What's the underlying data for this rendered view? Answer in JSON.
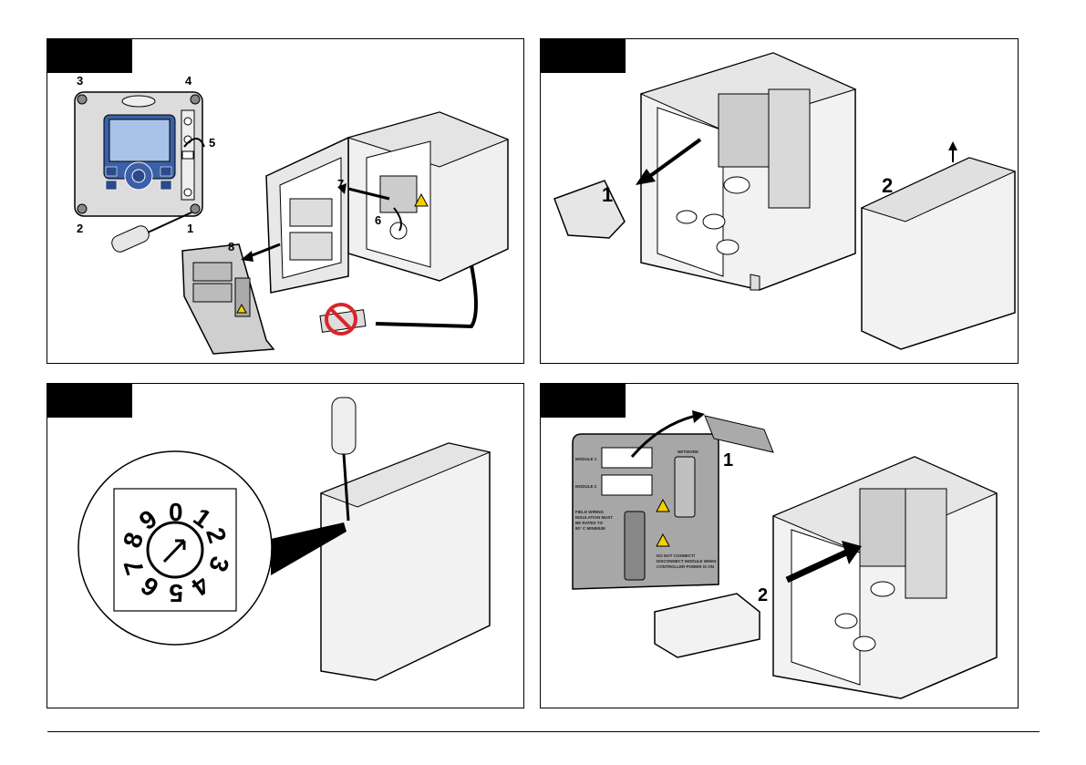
{
  "steps": {
    "panel1": [
      "1",
      "2",
      "3",
      "4",
      "5",
      "6",
      "7",
      "8"
    ],
    "panel2": [
      "1",
      "2"
    ],
    "panel4": [
      "1",
      "2"
    ]
  },
  "dial_digits": [
    "0",
    "1",
    "2",
    "3",
    "4",
    "5",
    "6",
    "7",
    "8",
    "9"
  ],
  "module_label": {
    "module1": "MODULE 1",
    "module2": "MODULE 2",
    "network": "NETWORK",
    "field_wiring": [
      "FIELD WIRING",
      "INSULATION MUST",
      "BE RATED TO",
      "80° C MINIMUM"
    ],
    "warning": [
      "DO NOT CONNECT/",
      "DISCONNECT MODULE WHEN",
      "CONTROLLER POWER IS ON"
    ]
  },
  "colors": {
    "keypad_blue": "#3b5fa8",
    "screen_blue": "#a9c3e8",
    "prohibit_red": "#d7262b",
    "warning_yellow": "#f5d000",
    "panel_gray": "#a7a7a7"
  }
}
